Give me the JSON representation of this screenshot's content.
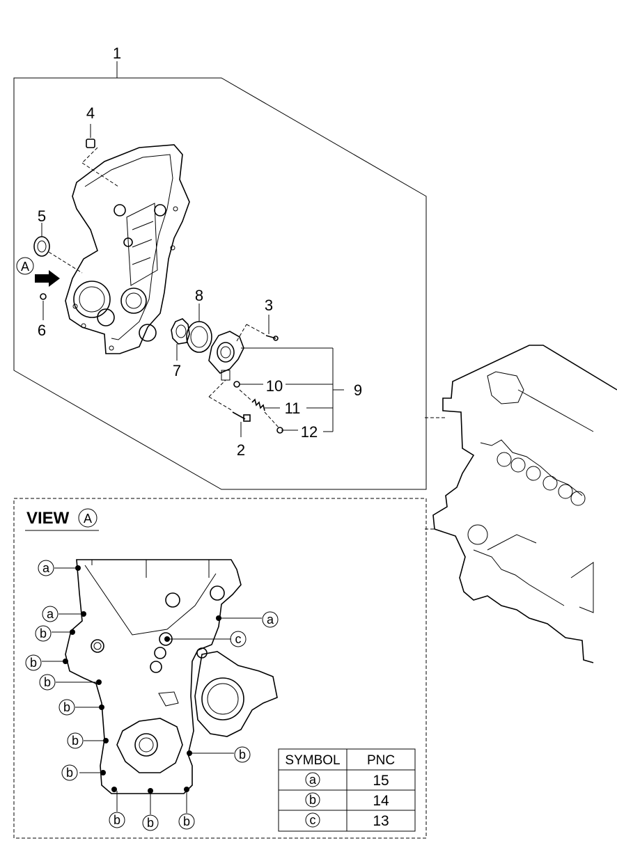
{
  "callouts": {
    "c1": "1",
    "c2": "2",
    "c3": "3",
    "c4": "4",
    "c5": "5",
    "c6": "6",
    "c7": "7",
    "c8": "8",
    "c9": "9",
    "c10": "10",
    "c11": "11",
    "c12": "12"
  },
  "view_marker": "A",
  "view": {
    "title": "VIEW",
    "marker": "A"
  },
  "view_letters": {
    "a": "a",
    "b": "b",
    "c": "c"
  },
  "table": {
    "headers": [
      "SYMBOL",
      "PNC"
    ],
    "rows": [
      {
        "symbol": "a",
        "pnc": "15"
      },
      {
        "symbol": "b",
        "pnc": "14"
      },
      {
        "symbol": "c",
        "pnc": "13"
      }
    ]
  }
}
